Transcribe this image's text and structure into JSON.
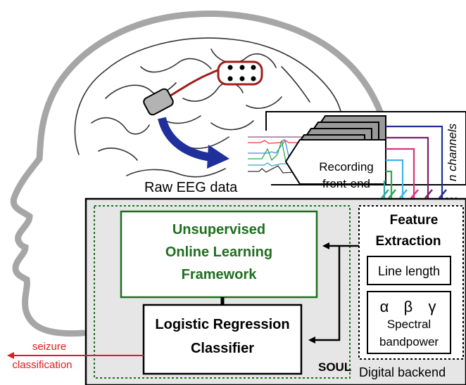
{
  "raw_eeg_label": "Raw EEG data",
  "recording_frontend": {
    "line1": "Recording",
    "line2": "front-end"
  },
  "n_channels_label": "n channels",
  "ellipsis": "•••",
  "feature_extraction": {
    "line1": "Feature",
    "line2": "Extraction"
  },
  "line_length": "Line length",
  "greek": {
    "alpha": "α",
    "beta": "β",
    "gamma": "γ"
  },
  "spectral": {
    "line1": "Spectral",
    "line2": "bandpower"
  },
  "online_learning": {
    "line1": "Unsupervised",
    "line2": "Online Learning",
    "line3": "Framework"
  },
  "classifier": {
    "line1": "Logistic Regression",
    "line2": "Classifier"
  },
  "soul_label": "SOUL",
  "digital_backend_label": "Digital backend",
  "output": {
    "line1": "seizure",
    "line2": "classification"
  },
  "colors": {
    "head_outline": "#a6a6a6",
    "arrow_blue": "#1f2f9c",
    "green_text": "#1f6e1f",
    "red_arrow": "#e01b1b",
    "lead_red": "#a01c1c",
    "backend_fill": "#e6e6e6",
    "panel_gray": "#9a9a9a"
  }
}
